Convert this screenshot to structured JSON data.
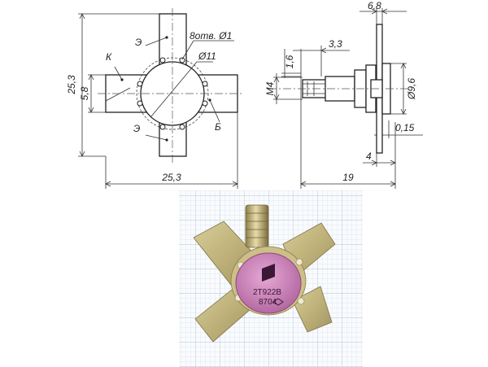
{
  "front_view": {
    "dims": {
      "height": "25,3",
      "width": "25,3",
      "lead_width": "5,8",
      "holes": "8отв. Ø1",
      "body_diameter": "Ø11"
    },
    "labels": {
      "emitter_top": "Э",
      "emitter_bottom": "Э",
      "collector": "К",
      "base": "Б"
    }
  },
  "side_view": {
    "dims": {
      "flange_top": "6,8",
      "stud_length": "3,3",
      "thread_offset": "1,6",
      "thread": "М4",
      "flange_diameter": "Ø9,6",
      "lead_thickness": "0,15",
      "flange_thickness": "4",
      "total_length": "19"
    }
  },
  "photo": {
    "marking_line1": "2Т922В",
    "marking_line2": "8704"
  }
}
